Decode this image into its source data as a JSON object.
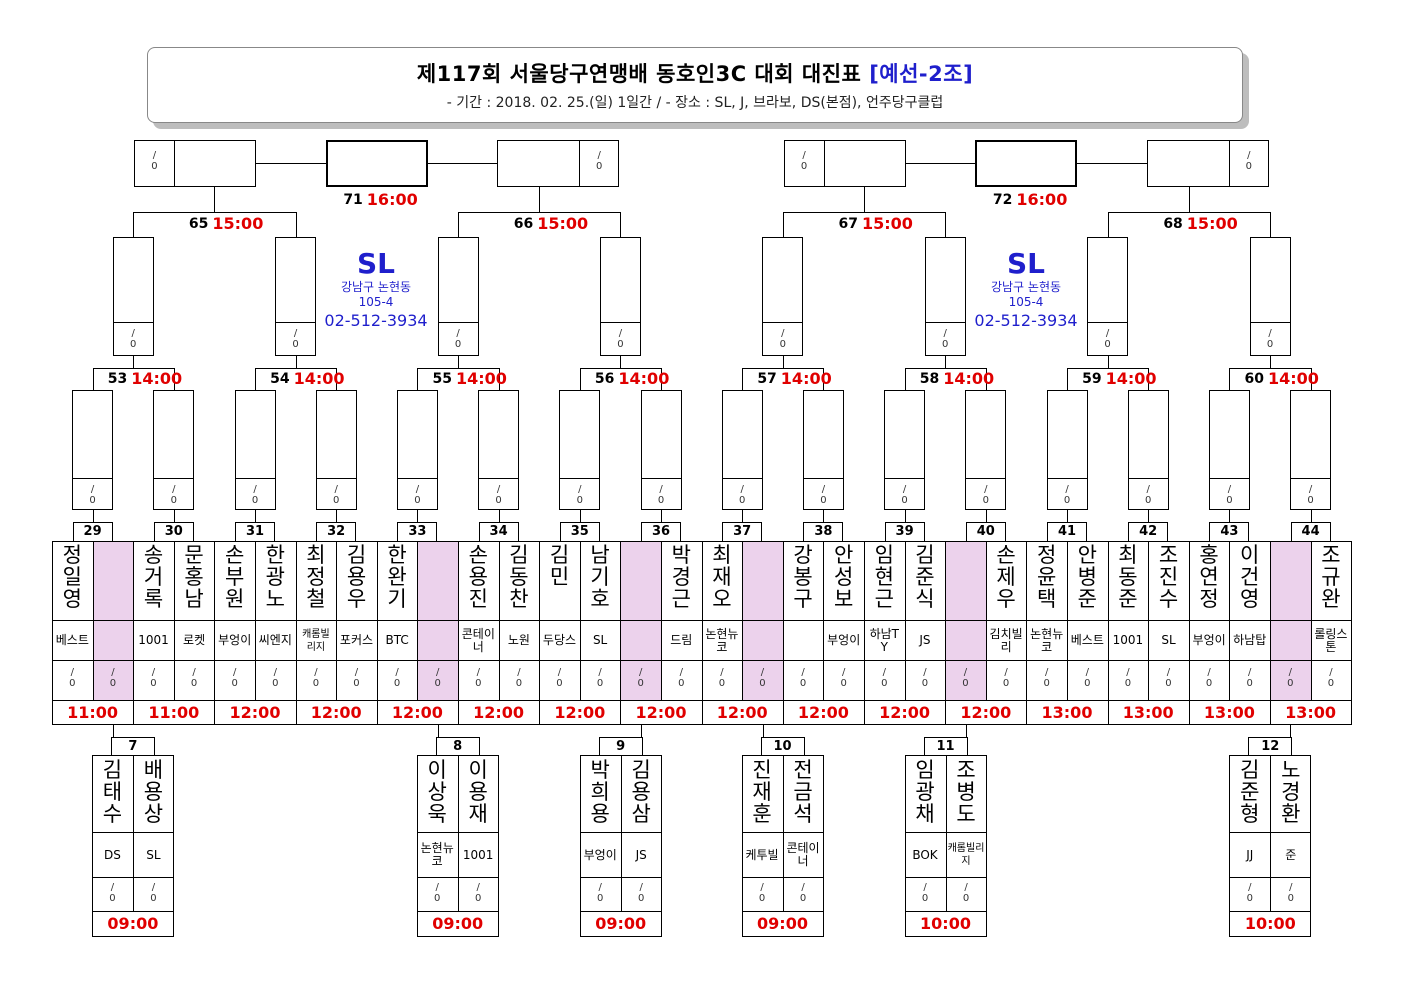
{
  "title": {
    "main": "제117회 서울당구연맹배 동호인3C 대회 대진표",
    "group": "[예선-2조]",
    "sub": "- 기간 : 2018. 02. 25.(일) 1일간 / - 장소 : SL, J, 브라보, DS(본점), 언주당구클럽"
  },
  "score": {
    "top": "/",
    "bottom": "0"
  },
  "venues": [
    {
      "name": "SL",
      "addr1": "강남구 논현동",
      "addr2": "105-4",
      "phone": "02-512-3934"
    },
    {
      "name": "SL",
      "addr1": "강남구 논현동",
      "addr2": "105-4",
      "phone": "02-512-3934"
    }
  ],
  "finals": [
    {
      "num": "71",
      "time": "16:00"
    },
    {
      "num": "72",
      "time": "16:00"
    }
  ],
  "semis": [
    {
      "num": "65",
      "time": "15:00"
    },
    {
      "num": "66",
      "time": "15:00"
    },
    {
      "num": "67",
      "time": "15:00"
    },
    {
      "num": "68",
      "time": "15:00"
    }
  ],
  "quarters": [
    {
      "num": "53",
      "time": "14:00"
    },
    {
      "num": "54",
      "time": "14:00"
    },
    {
      "num": "55",
      "time": "14:00"
    },
    {
      "num": "56",
      "time": "14:00"
    },
    {
      "num": "57",
      "time": "14:00"
    },
    {
      "num": "58",
      "time": "14:00"
    },
    {
      "num": "59",
      "time": "14:00"
    },
    {
      "num": "60",
      "time": "14:00"
    }
  ],
  "r1": [
    {
      "num": "29",
      "time": "11:00",
      "p": [
        {
          "name": "정일영",
          "club": "베스트"
        },
        {
          "name": "",
          "club": "",
          "empty": true
        }
      ]
    },
    {
      "num": "30",
      "time": "11:00",
      "p": [
        {
          "name": "송거록",
          "club": "1001"
        },
        {
          "name": "문홍남",
          "club": "로켓"
        }
      ]
    },
    {
      "num": "31",
      "time": "12:00",
      "p": [
        {
          "name": "손부원",
          "club": "부엉이"
        },
        {
          "name": "한광노",
          "club": "씨엔지"
        }
      ]
    },
    {
      "num": "32",
      "time": "12:00",
      "p": [
        {
          "name": "최정철",
          "club": "캐롬빌리지"
        },
        {
          "name": "김용우",
          "club": "포커스"
        }
      ]
    },
    {
      "num": "33",
      "time": "12:00",
      "p": [
        {
          "name": "한완기",
          "club": "BTC"
        },
        {
          "name": "",
          "club": "",
          "empty": true
        }
      ]
    },
    {
      "num": "34",
      "time": "12:00",
      "p": [
        {
          "name": "손용진",
          "club": "콘테이너"
        },
        {
          "name": "김동찬",
          "club": "노원"
        }
      ]
    },
    {
      "num": "35",
      "time": "12:00",
      "p": [
        {
          "name": "김민",
          "club": "두당스"
        },
        {
          "name": "남기호",
          "club": "SL"
        }
      ]
    },
    {
      "num": "36",
      "time": "12:00",
      "p": [
        {
          "name": "",
          "club": "",
          "empty": true
        },
        {
          "name": "박경근",
          "club": "드림"
        }
      ]
    },
    {
      "num": "37",
      "time": "12:00",
      "p": [
        {
          "name": "최재오",
          "club": "논현뉴코"
        },
        {
          "name": "",
          "club": "",
          "empty": true
        }
      ]
    },
    {
      "num": "38",
      "time": "12:00",
      "p": [
        {
          "name": "강봉구",
          "club": ""
        },
        {
          "name": "안성보",
          "club": "부엉이"
        }
      ]
    },
    {
      "num": "39",
      "time": "12:00",
      "p": [
        {
          "name": "임현근",
          "club": "하남TY"
        },
        {
          "name": "김준식",
          "club": "JS"
        }
      ]
    },
    {
      "num": "40",
      "time": "12:00",
      "p": [
        {
          "name": "",
          "club": "",
          "empty": true
        },
        {
          "name": "손제우",
          "club": "김치빌리"
        }
      ]
    },
    {
      "num": "41",
      "time": "13:00",
      "p": [
        {
          "name": "정윤택",
          "club": "논현뉴코"
        },
        {
          "name": "안병준",
          "club": "베스트"
        }
      ]
    },
    {
      "num": "42",
      "time": "13:00",
      "p": [
        {
          "name": "최동준",
          "club": "1001"
        },
        {
          "name": "조진수",
          "club": "SL"
        }
      ]
    },
    {
      "num": "43",
      "time": "13:00",
      "p": [
        {
          "name": "홍연정",
          "club": "부엉이"
        },
        {
          "name": "이건영",
          "club": "하남탑"
        }
      ]
    },
    {
      "num": "44",
      "time": "13:00",
      "p": [
        {
          "name": "",
          "club": "",
          "empty": true
        },
        {
          "name": "조규완",
          "club": "롤링스톤"
        }
      ]
    }
  ],
  "prelims": [
    {
      "num": "7",
      "time": "09:00",
      "p": [
        {
          "name": "김태수",
          "club": "DS"
        },
        {
          "name": "배용상",
          "club": "SL"
        }
      ]
    },
    {
      "num": "8",
      "time": "09:00",
      "p": [
        {
          "name": "이상욱",
          "club": "논현뉴코"
        },
        {
          "name": "이용재",
          "club": "1001"
        }
      ]
    },
    {
      "num": "9",
      "time": "09:00",
      "p": [
        {
          "name": "박희용",
          "club": "부엉이"
        },
        {
          "name": "김용삼",
          "club": "JS"
        }
      ]
    },
    {
      "num": "10",
      "time": "09:00",
      "p": [
        {
          "name": "진재훈",
          "club": "케투빌"
        },
        {
          "name": "전금석",
          "club": "콘테이너"
        }
      ]
    },
    {
      "num": "11",
      "time": "10:00",
      "p": [
        {
          "name": "임광채",
          "club": "BOK"
        },
        {
          "name": "조병도",
          "club": "캐롬빌리지"
        }
      ]
    },
    {
      "num": "12",
      "time": "10:00",
      "p": [
        {
          "name": "김준형",
          "club": "JJ"
        },
        {
          "name": "노경환",
          "club": "준"
        }
      ]
    }
  ]
}
